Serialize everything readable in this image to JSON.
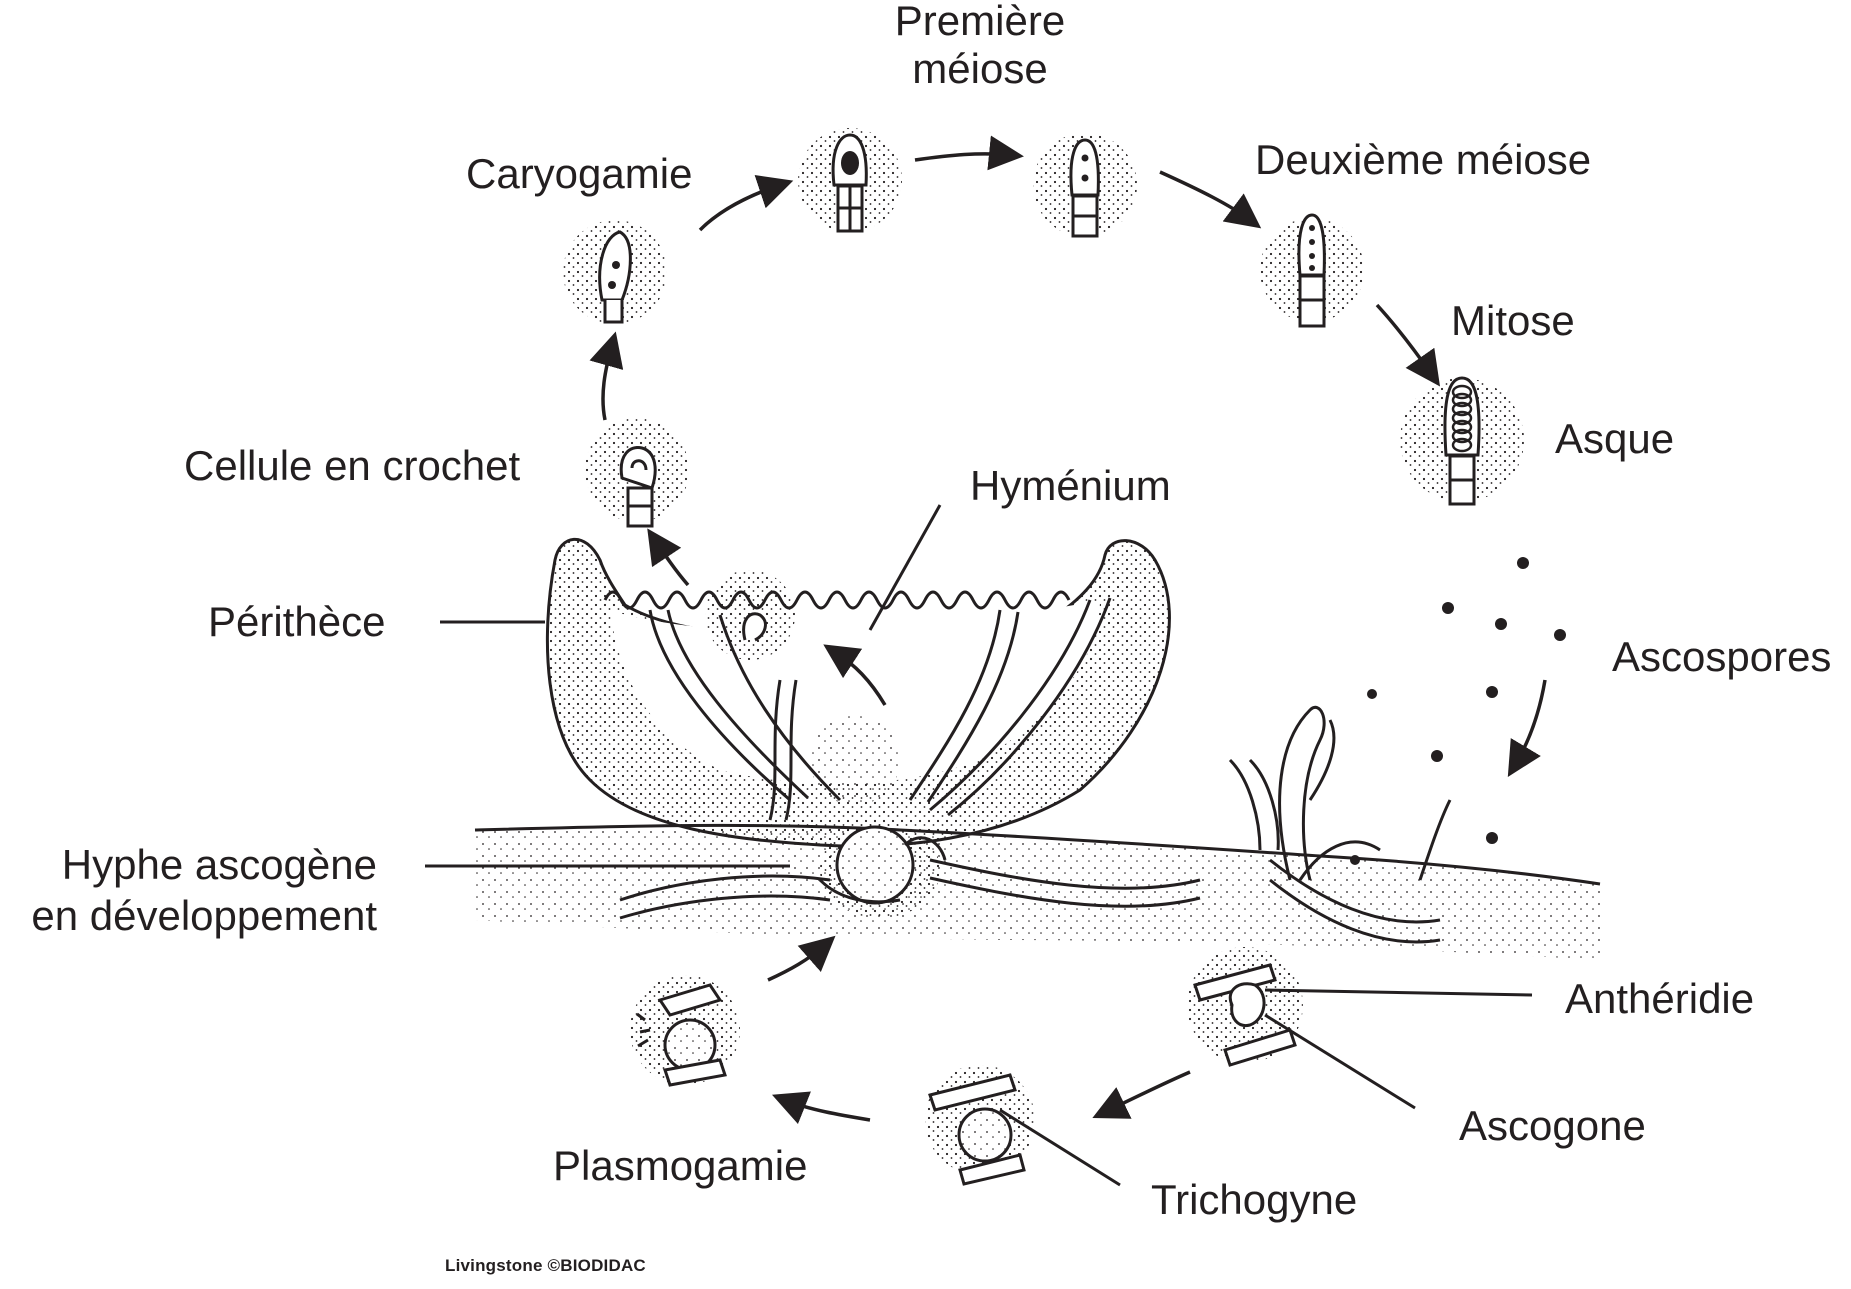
{
  "labels": {
    "premiere_meiose_1": "Première",
    "premiere_meiose_2": "méiose",
    "caryogamie": "Caryogamie",
    "deuxieme_meiose": "Deuxième méiose",
    "mitose": "Mitose",
    "asque": "Asque",
    "cellule_en_crochet": "Cellule en crochet",
    "hymenium": "Hyménium",
    "perithece": "Périthèce",
    "ascospores": "Ascospores",
    "hyphe_ascogene_1": "Hyphe ascogène",
    "hyphe_ascogene_2": "en développement",
    "antheridie": "Anthéridie",
    "ascogone": "Ascogone",
    "plasmogamie": "Plasmogamie",
    "trichogyne": "Trichogyne"
  },
  "credit": "Livingstone ©BIODIDAC",
  "colors": {
    "ink": "#231f20",
    "background": "#ffffff"
  }
}
